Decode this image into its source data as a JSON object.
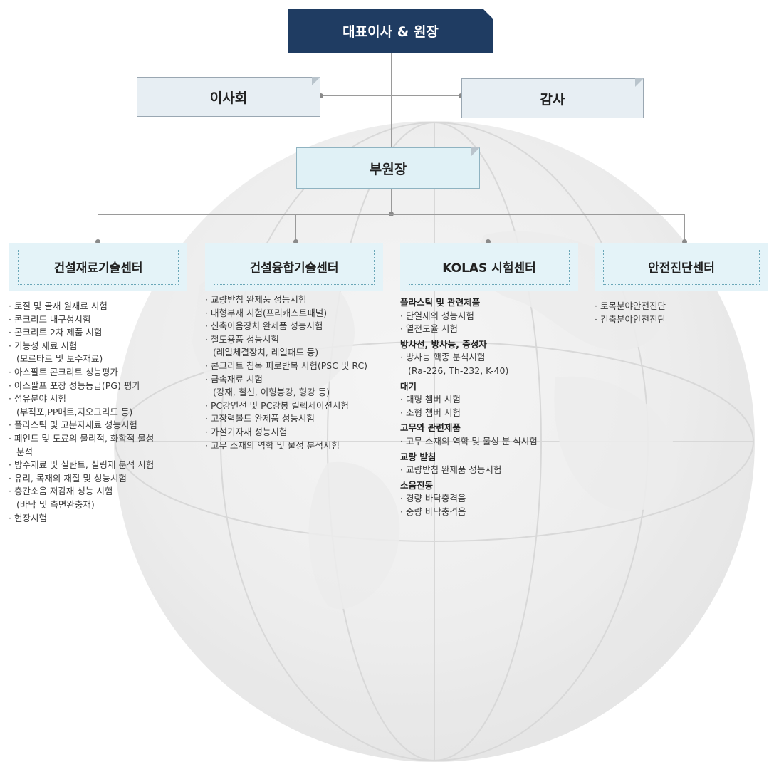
{
  "org": {
    "ceo": "대표이사 & 원장",
    "board": "이사회",
    "audit": "감사",
    "vice": "부원장"
  },
  "centers": [
    {
      "name": "건설재료기술센터",
      "items": [
        [
          "· 토질 및 골재 원재료 시험"
        ],
        [
          "· 콘크리트 내구성시험"
        ],
        [
          "· 콘크리트 2차 제품 시험"
        ],
        [
          "· 기능성 재료 시험",
          "(모르타르 및 보수재료)"
        ],
        [
          "· 아스팔트 콘크리트 성능평가"
        ],
        [
          "· 아스팔프 포장 성능등급(PG) 평가"
        ],
        [
          "· 섬유분야 시험",
          "(부직포,PP매트,지오그리드 등)"
        ],
        [
          "· 플라스틱 및 고분자재료 성능시험"
        ],
        [
          "· 페인트 및 도료의 물리적, 화학적 물성",
          "분석"
        ],
        [
          "· 방수재료 및 실란트, 실링재 분석 시험"
        ],
        [
          "· 유리, 목재의 재질 및 성능시험"
        ],
        [
          "· 층간소음 저감재 성능 시험",
          "(바닥 및 측면완충재)"
        ],
        [
          "· 현장시험"
        ]
      ]
    },
    {
      "name": "건설융합기술센터",
      "items": [
        [
          "· 교량받침 완제품 성능시험"
        ],
        [
          "· 대형부재 시험(프리캐스트패널)"
        ],
        [
          "· 신축이음장치 완제품 성능시험"
        ],
        [
          "· 철도용품 성능시험",
          "(레일체결장치, 레일패드 등)"
        ],
        [
          "· 콘크리트 침목 피로반복 시험(PSC 및 RC)"
        ],
        [
          "· 금속재료 시험",
          "(강재, 철선, 이형봉강, 형강 등)"
        ],
        [
          "· PC강연선 및 PC강봉 릴렉세이션시험"
        ],
        [
          "· 고장력볼트 완제품 성능시험"
        ],
        [
          "· 가설기자재 성능시험"
        ],
        [
          "· 고무 소재의 역학 및 물성 분석시험"
        ]
      ]
    },
    {
      "name": "KOLAS 시험센터",
      "groups": [
        {
          "title": "플라스틱 및 관련제품",
          "items": [
            [
              "· 단열재의 성능시험"
            ],
            [
              "· 열전도율 시험"
            ]
          ]
        },
        {
          "title": "방사선, 방사능, 중성자",
          "items": [
            [
              "· 방사능 핵종 분석시험",
              "(Ra-226, Th-232, K-40)"
            ]
          ]
        },
        {
          "title": "대기",
          "items": [
            [
              "· 대형 챔버 시험"
            ],
            [
              "· 소형 챔버 시험"
            ]
          ]
        },
        {
          "title": "고무와 관련제품",
          "items": [
            [
              "· 고무 소재의 역학 및 물성 분 석시험"
            ]
          ]
        },
        {
          "title": "교량 받침",
          "items": [
            [
              "· 교량받침 완제품 성능시험"
            ]
          ]
        },
        {
          "title": "소음진동",
          "items": [
            [
              "· 경량 바닥충격음"
            ],
            [
              "· 중량 바닥충격음"
            ]
          ]
        }
      ]
    },
    {
      "name": "안전진단센터",
      "items": [
        [
          "· 토목분야안전진단"
        ],
        [
          "· 건축분야안전진단"
        ]
      ]
    }
  ]
}
